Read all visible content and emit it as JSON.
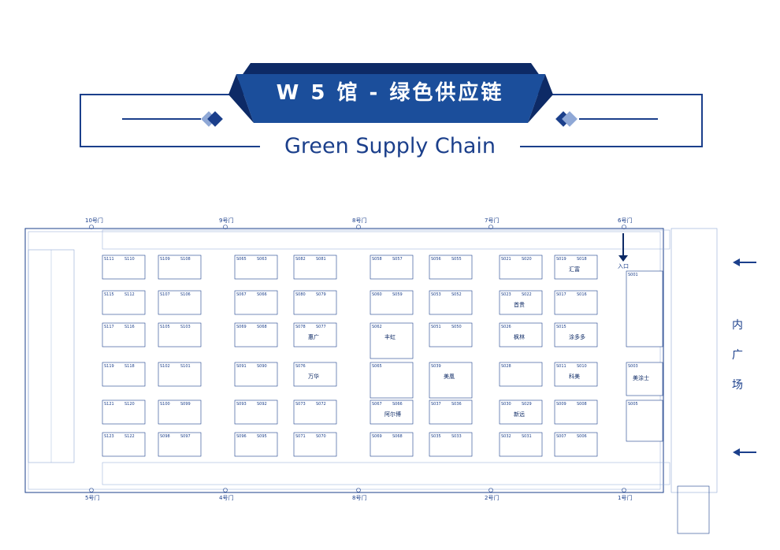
{
  "header": {
    "title": "W 5 馆 - 绿色供应链",
    "subtitle": "Green Supply Chain",
    "colors": {
      "navy": "#1b3f8b",
      "dark": "#0d2a66",
      "light": "#8fa8d6"
    }
  },
  "side_label": {
    "chars": [
      "内",
      "广",
      "场"
    ]
  },
  "gates_top": [
    "10号门",
    "9号门",
    "8号门",
    "7号门",
    "6号门"
  ],
  "gates_bottom": [
    "5号门",
    "4号门",
    "8号门",
    "2号门",
    "1号门"
  ],
  "entrance_label": "入口",
  "booth_rows": [
    [
      {
        "a": "S111",
        "b": "S110",
        "n": ""
      },
      {
        "a": "S109",
        "b": "S108",
        "n": ""
      },
      {
        "a": "S065",
        "b": "S063",
        "n": ""
      },
      {
        "a": "S082",
        "b": "S081",
        "n": ""
      },
      {
        "a": "S058",
        "b": "S057",
        "n": ""
      },
      {
        "a": "S056",
        "b": "S055",
        "n": ""
      },
      {
        "a": "S021",
        "b": "S020",
        "n": ""
      },
      {
        "a": "S019",
        "b": "S018",
        "n": "汇富"
      }
    ],
    [
      {
        "a": "S115",
        "b": "S112",
        "n": ""
      },
      {
        "a": "S107",
        "b": "S106",
        "n": ""
      },
      {
        "a": "S067",
        "b": "S066",
        "n": ""
      },
      {
        "a": "S080",
        "b": "S079",
        "n": ""
      },
      {
        "a": "S060",
        "b": "S059",
        "n": ""
      },
      {
        "a": "S053",
        "b": "S052",
        "n": ""
      },
      {
        "a": "S023",
        "b": "S022",
        "n": "首贵"
      },
      {
        "a": "S017",
        "b": "S016",
        "n": ""
      }
    ],
    [
      {
        "a": "S117",
        "b": "S116",
        "n": ""
      },
      {
        "a": "S105",
        "b": "S103",
        "n": ""
      },
      {
        "a": "S069",
        "b": "S068",
        "n": ""
      },
      {
        "a": "S078",
        "b": "S077",
        "n": "惠广"
      },
      {
        "a": "S062",
        "b": "",
        "n": "丰虹"
      },
      {
        "a": "S051",
        "b": "S050",
        "n": ""
      },
      {
        "a": "S026",
        "b": "",
        "n": "枫林"
      },
      {
        "a": "S015",
        "b": "",
        "n": "涂多多"
      }
    ],
    [
      {
        "a": "S119",
        "b": "S118",
        "n": ""
      },
      {
        "a": "S102",
        "b": "S101",
        "n": ""
      },
      {
        "a": "S091",
        "b": "S090",
        "n": ""
      },
      {
        "a": "S076",
        "b": "",
        "n": "万华"
      },
      {
        "a": "S065",
        "b": "",
        "n": ""
      },
      {
        "a": "S039",
        "b": "",
        "n": "美凰"
      },
      {
        "a": "S028",
        "b": "",
        "n": ""
      },
      {
        "a": "S011",
        "b": "S010",
        "n": "科美"
      }
    ],
    [
      {
        "a": "S121",
        "b": "S120",
        "n": ""
      },
      {
        "a": "S100",
        "b": "S099",
        "n": ""
      },
      {
        "a": "S093",
        "b": "S092",
        "n": ""
      },
      {
        "a": "S073",
        "b": "S072",
        "n": ""
      },
      {
        "a": "S067",
        "b": "S066",
        "n": "阿尔博"
      },
      {
        "a": "S037",
        "b": "S036",
        "n": ""
      },
      {
        "a": "S030",
        "b": "S029",
        "n": "新远"
      },
      {
        "a": "S009",
        "b": "S008",
        "n": ""
      }
    ],
    [
      {
        "a": "S123",
        "b": "S122",
        "n": ""
      },
      {
        "a": "S098",
        "b": "S097",
        "n": ""
      },
      {
        "a": "S096",
        "b": "S095",
        "n": ""
      },
      {
        "a": "S071",
        "b": "S070",
        "n": ""
      },
      {
        "a": "S069",
        "b": "S068",
        "n": ""
      },
      {
        "a": "S035",
        "b": "S033",
        "n": ""
      },
      {
        "a": "S032",
        "b": "S031",
        "n": ""
      },
      {
        "a": "S007",
        "b": "S006",
        "n": ""
      }
    ]
  ],
  "right_column": [
    {
      "a": "S001",
      "n": ""
    },
    {
      "a": "S003",
      "n": "美涂士"
    },
    {
      "a": "S005",
      "n": ""
    }
  ]
}
